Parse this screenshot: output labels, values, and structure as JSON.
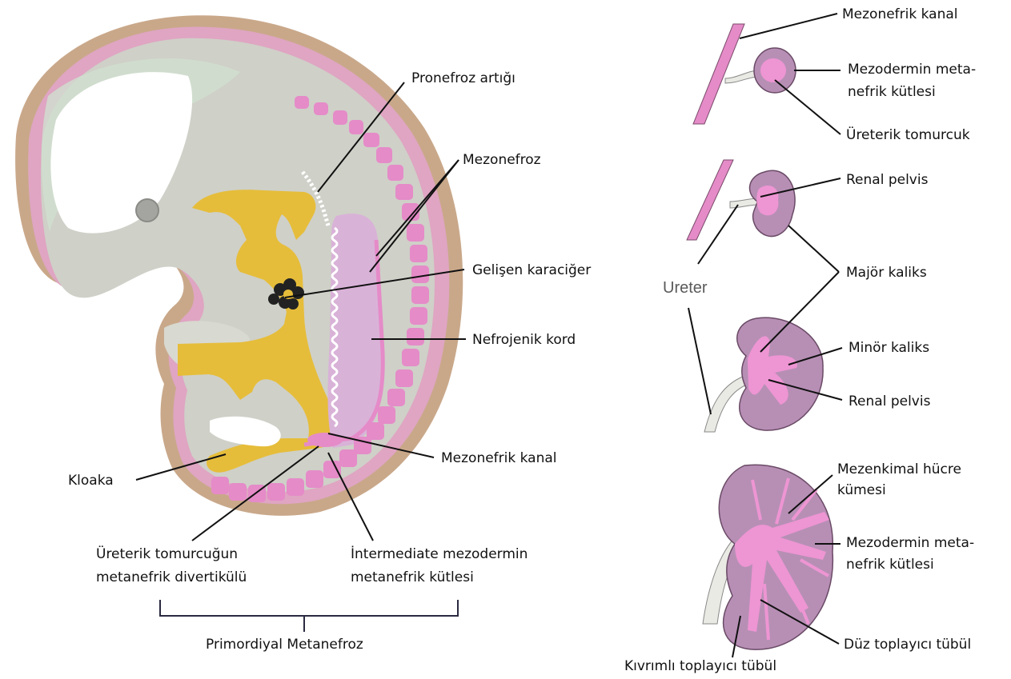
{
  "embryo_labels": {
    "pronefroz": "Pronefroz artığı",
    "mezonefroz": "Mezonefroz",
    "karaciger": "Gelişen karaciğer",
    "nefrojenik": "Nefrojenik kord",
    "mezonefrik_kanal": "Mezonefrik kanal",
    "kloaka": "Kloaka",
    "ureterik_line1": "Üreterik tomurcuğun",
    "ureterik_line2": "metanefrik divertikülü",
    "intermediate_line1": "İntermediate mezodermin",
    "intermediate_line2": "metanefrik kütlesi",
    "primordiyal": "Primordiyal Metanefroz"
  },
  "kidney_labels": {
    "mezonefrik_kanal": "Mezonefrik kanal",
    "metanefrik1_line1": "Mezodermin meta-",
    "metanefrik1_line2": "nefrik kütlesi",
    "ureterik_tomurcuk": "Üreterik tomurcuk",
    "renal_pelvis_1": "Renal pelvis",
    "ureter": "Ureter",
    "major_kaliks": "Majör kaliks",
    "minor_kaliks": "Minör kaliks",
    "renal_pelvis_2": "Renal pelvis",
    "mezenkimal_line1": "Mezenkimal hücre",
    "mezenkimal_line2": "kümesi",
    "metanefrik2_line1": "Mezodermin meta-",
    "metanefrik2_line2": "nefrik kütlesi",
    "duz_toplayici": "Düz toplayıcı tübül",
    "kivrimli_toplayici": "Kıvrımlı toplayıcı tübül"
  },
  "colors": {
    "embryo_outer": "#c9a88a",
    "embryo_body": "#cfd0c8",
    "head_light": "#ffffff",
    "endoderm_yellow": "#e6bd3a",
    "somite_pink": "#e58bc8",
    "kidney_tissue": "#b78fb5",
    "kidney_pink": "#ee95d3",
    "ureter_tube": "#e4e4e0"
  }
}
